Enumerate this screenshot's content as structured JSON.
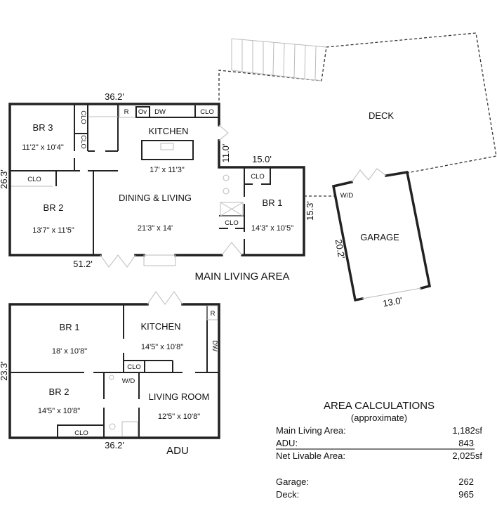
{
  "main": {
    "title": "MAIN LIVING AREA",
    "dims": {
      "top": "36.2'",
      "left": "26.3'",
      "bottom": "51.2'",
      "kitchen_side": "11.0'",
      "br1_top": "15.0'",
      "br1_side": "15.3'"
    },
    "rooms": {
      "br3": {
        "name": "BR 3",
        "size": "11'2\" x 10'4\""
      },
      "br2": {
        "name": "BR 2",
        "size": "13'7\" x 11'5\""
      },
      "kitchen": {
        "name": "KITCHEN",
        "size": "17' x 11'3\""
      },
      "dining": {
        "name": "DINING & LIVING",
        "size": "21'3\" x 14'"
      },
      "br1": {
        "name": "BR 1",
        "size": "14'3\" x 10'5\""
      }
    },
    "labels": {
      "clo": "CLO",
      "r": "R",
      "ov": "Ov",
      "dw": "DW"
    }
  },
  "deck": {
    "name": "DECK"
  },
  "garage": {
    "name": "GARAGE",
    "wd": "W/D",
    "dim_side": "20.2'",
    "dim_bottom": "13.0'"
  },
  "adu": {
    "title": "ADU",
    "dims": {
      "left": "23.3'",
      "bottom": "36.2'"
    },
    "rooms": {
      "br1": {
        "name": "BR 1",
        "size": "18' x 10'8\""
      },
      "kitchen": {
        "name": "KITCHEN",
        "size": "14'5\" x 10'8\""
      },
      "br2": {
        "name": "BR 2",
        "size": "14'5\" x 10'8\""
      },
      "living": {
        "name": "LIVING ROOM",
        "size": "12'5\" x 10'8\""
      }
    },
    "labels": {
      "clo": "CLO",
      "wd": "W/D",
      "r": "R",
      "dw": "DW"
    }
  },
  "area_calc": {
    "title": "AREA CALCULATIONS",
    "subtitle": "(approximate)",
    "rows": [
      {
        "label": "Main Living Area:",
        "value": "1,182sf"
      },
      {
        "label": "ADU:",
        "value": "843"
      },
      {
        "label": "Net Livable Area:",
        "value": "2,025sf"
      },
      {
        "label": "Garage:",
        "value": "262"
      },
      {
        "label": "Deck:",
        "value": "965"
      }
    ]
  }
}
